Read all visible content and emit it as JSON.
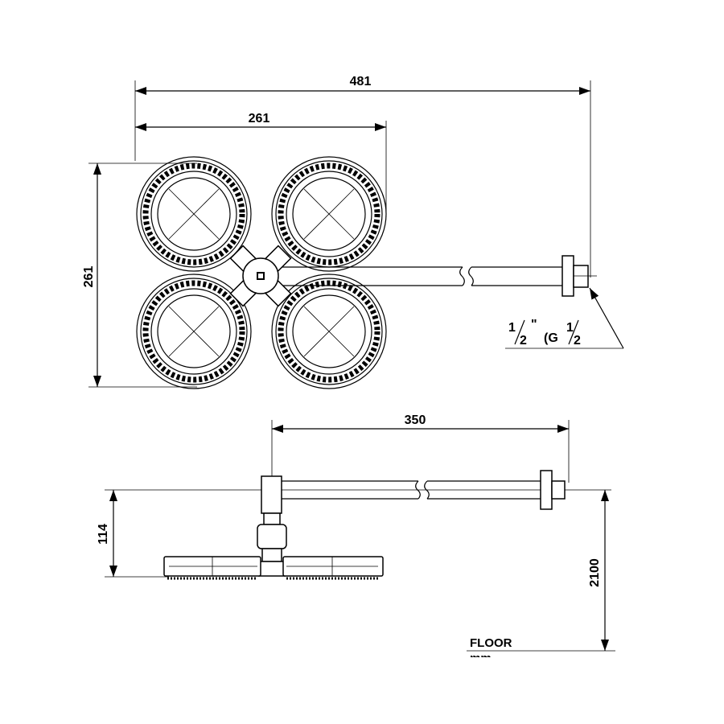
{
  "top_view": {
    "dim_overall_width": "481",
    "dim_head_width": "261",
    "dim_head_height": "261",
    "thread_label": {
      "part1": "1",
      "part2": "2",
      "inch_mark": "\"",
      "part3": "(G",
      "part4": "1",
      "part5": "2"
    }
  },
  "side_view": {
    "dim_arm_length": "350",
    "dim_head_drop": "114",
    "dim_height_from_floor": "2100",
    "floor_label": "FLOOR",
    "unit_label": "mm"
  }
}
